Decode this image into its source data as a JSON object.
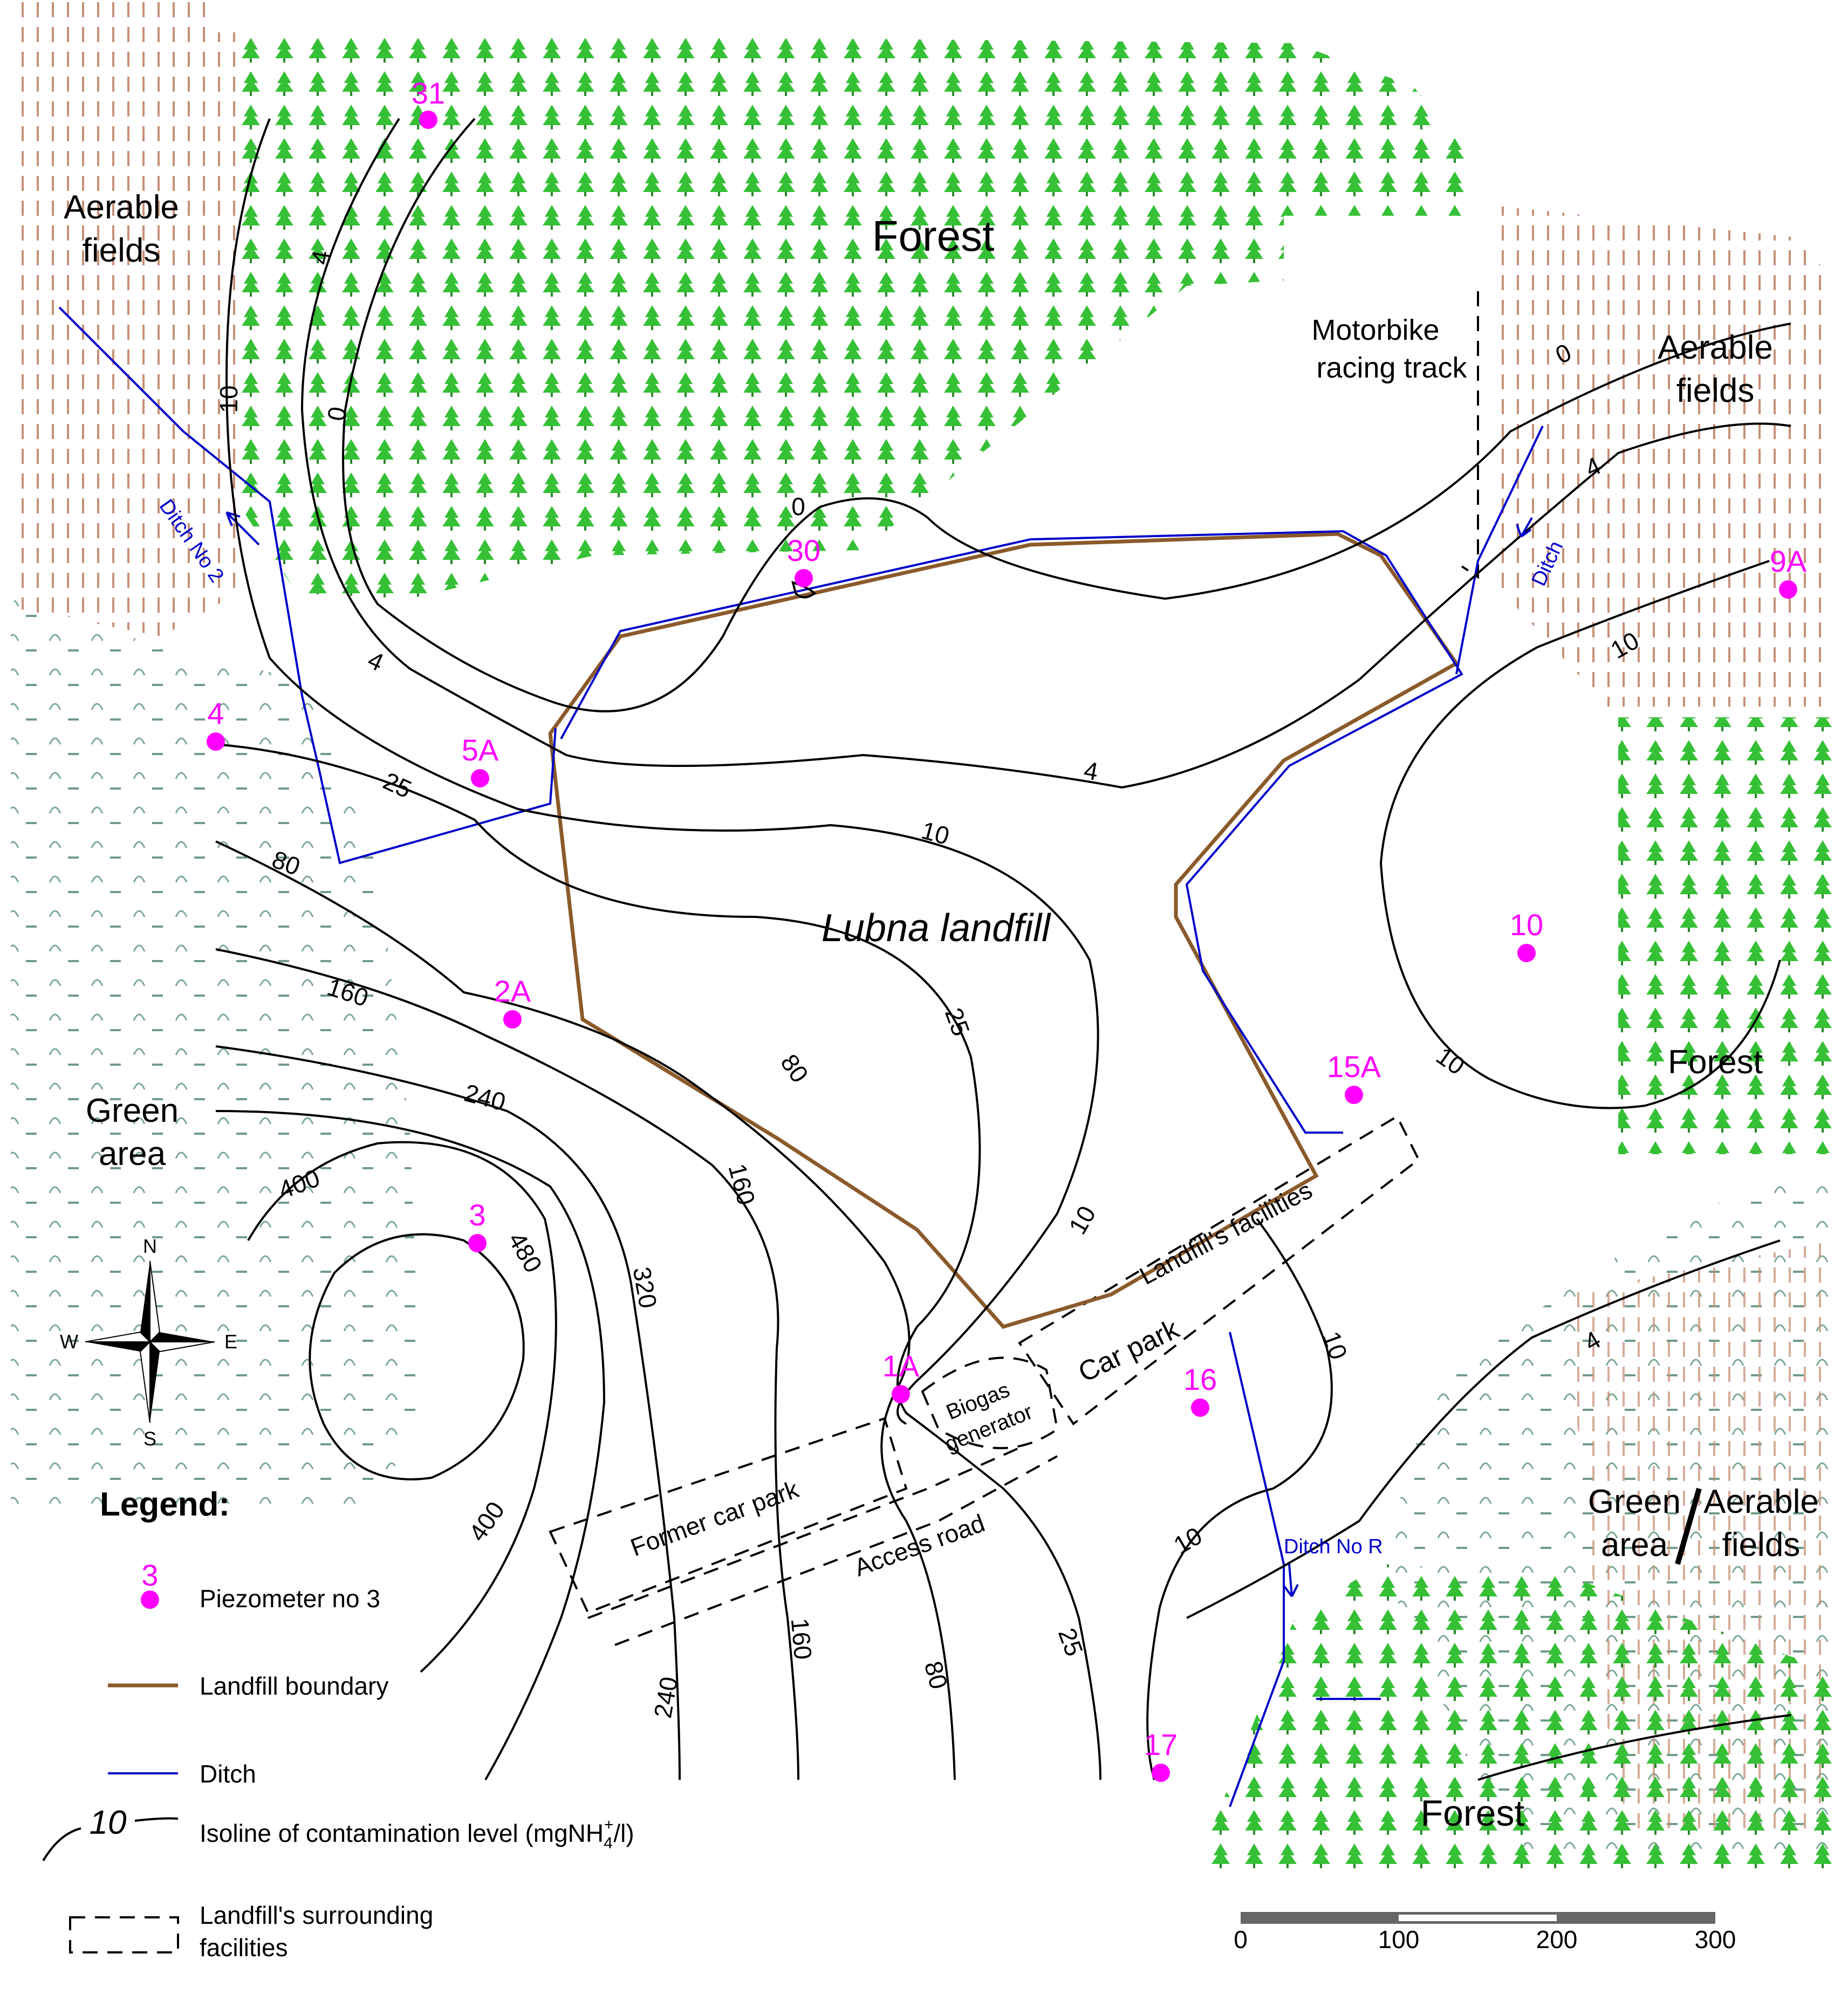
{
  "regions": {
    "forest_top": "Forest",
    "forest_right": "Forest",
    "forest_bottom": "Forest",
    "aerable_left": [
      "Aerable",
      "fields"
    ],
    "aerable_right": [
      "Aerable",
      "fields"
    ],
    "green_area": [
      "Green",
      "area"
    ],
    "green_aerable": {
      "green": [
        "Green",
        "area"
      ],
      "aerable": [
        "Aerable",
        "fields"
      ]
    },
    "motorbike": [
      "Motorbike",
      "racing track"
    ],
    "landfill": "Lubna landfill"
  },
  "facilities": {
    "landfill_facilities": "Landfill's facilities",
    "car_park": "Car park",
    "biogas": [
      "Biogas",
      "generator"
    ],
    "former_car_park": "Former car park",
    "access_road": "Access road"
  },
  "ditches": {
    "ditch_no2": "Ditch No 2",
    "ditch_right": "Ditch",
    "ditch_no_r": "Ditch No R"
  },
  "piezometers": [
    "31",
    "30",
    "4",
    "5A",
    "2A",
    "3",
    "1A",
    "16",
    "15A",
    "10",
    "9A",
    "17"
  ],
  "isoline_labels": [
    "0",
    "4",
    "10",
    "0",
    "4",
    "25",
    "80",
    "160",
    "240",
    "400",
    "480",
    "320",
    "10",
    "4",
    "0",
    "4",
    "10",
    "25",
    "80",
    "160",
    "10",
    "10",
    "10",
    "240",
    "160",
    "80",
    "25",
    "400",
    "10",
    "4"
  ],
  "compass": {
    "n": "N",
    "e": "E",
    "s": "S",
    "w": "W"
  },
  "legend": {
    "title": "Legend:",
    "piezometer_sample": "3",
    "piezometer": "Piezometer no 3",
    "boundary": "Landfill boundary",
    "ditch": "Ditch",
    "isoline_sample": "10",
    "isoline_prefix": "Isoline of contamination level (mgNH",
    "isoline_sub": "4",
    "isoline_sup": "+",
    "isoline_suffix": "/l)",
    "facilities_line1": "Landfill's surrounding",
    "facilities_line2": "facilities"
  },
  "scale": {
    "ticks": [
      "0",
      "100",
      "200",
      "300"
    ]
  },
  "colors": {
    "boundary": "#8b5a2b",
    "ditch": "#0000cc",
    "piezometer": "#ff00ff",
    "forest": "#33bb33",
    "field": "#c8907a",
    "green": "#6a9a82"
  }
}
